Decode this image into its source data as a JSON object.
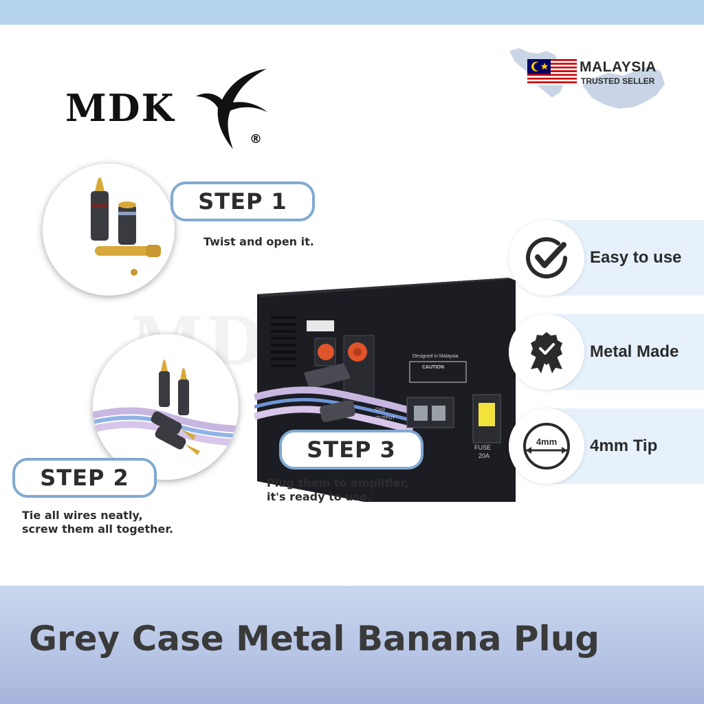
{
  "brand": {
    "name": "MDK",
    "registered": "®"
  },
  "badge": {
    "title": "MALAYSIA",
    "subtitle": "TRUSTED SELLER"
  },
  "watermark": "MDK",
  "steps": [
    {
      "label": "STEP 1",
      "text": "Twist and open it."
    },
    {
      "label": "STEP 2",
      "text": "Tie all wires neatly,\nscrew them all together."
    },
    {
      "label": "STEP 3",
      "text": "Plug them to amplifier,\n    it's ready to use."
    }
  ],
  "amplifier": {
    "designed": "Designed in Malaysia",
    "caution": "CAUTION",
    "ch_label": "CH3",
    "output": "OUTPUT",
    "fuse": "FUSE",
    "fuse_rating": "20A",
    "colors": {
      "body": "#1c1d22",
      "terminal": "#e0542a",
      "fuse": "#f2e23a"
    }
  },
  "features": [
    {
      "label": "Easy to use",
      "icon": "check-circle-icon"
    },
    {
      "label": "Metal Made",
      "icon": "award-badge-icon"
    },
    {
      "label": "4mm Tip",
      "icon": "diameter-4mm-icon",
      "icon_text": "4mm"
    }
  ],
  "product_title": "Grey Case Metal Banana Plug",
  "colors": {
    "top_band": "#b5d4ec",
    "pill_border": "#7fa9d2",
    "feature_bg": "#e6f1fb",
    "bottom_band": "#b8c6e6"
  }
}
